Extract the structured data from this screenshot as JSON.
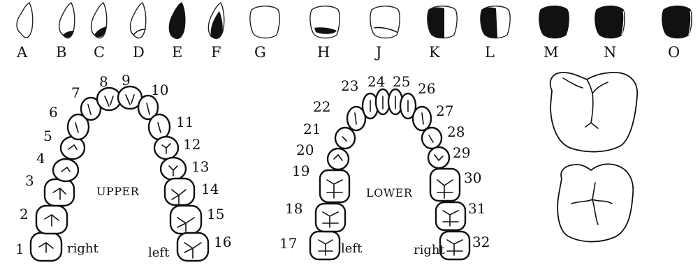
{
  "lesion_diagrams": [
    "A",
    "B",
    "C",
    "D",
    "E",
    "F",
    "G",
    "H",
    "J",
    "K",
    "L",
    "M",
    "N",
    "O"
  ],
  "upper_arch": {
    "title": "UPPER",
    "right_label": "right",
    "left_label": "left",
    "tooth_numbers": [
      "1",
      "2",
      "3",
      "4",
      "5",
      "6",
      "7",
      "8",
      "9",
      "10",
      "11",
      "12",
      "13",
      "14",
      "15",
      "16"
    ]
  },
  "lower_arch": {
    "title": "LOWER",
    "left_label": "left",
    "right_label": "right",
    "tooth_numbers": [
      "17",
      "18",
      "19",
      "20",
      "21",
      "22",
      "23",
      "24",
      "25",
      "26",
      "27",
      "28",
      "29",
      "30",
      "31",
      "32"
    ]
  },
  "molar_views": [
    "side-view-molar",
    "occlusal-view-molar"
  ]
}
